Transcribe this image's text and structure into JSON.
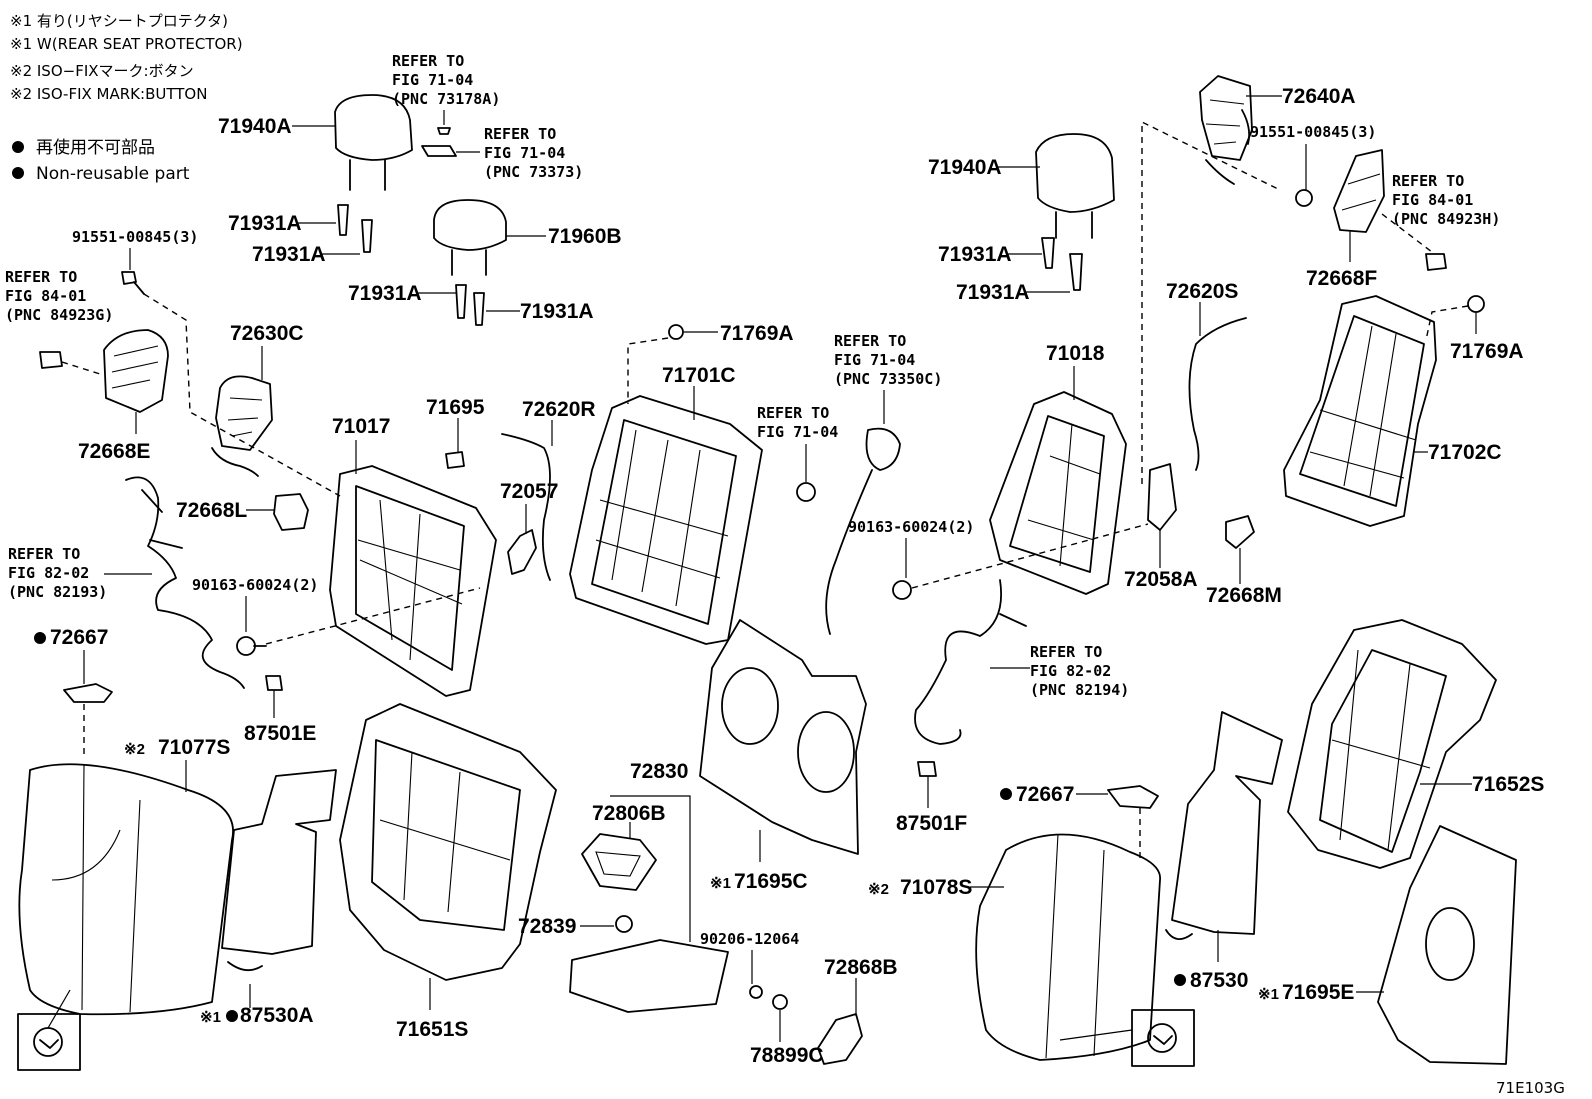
{
  "notes": {
    "note1_jp": "※1 有り(リヤシートプロテクタ)",
    "note1_en": "※1 W(REAR SEAT PROTECTOR)",
    "note2_jp": "※2 ISO−FIXマーク:ボタン",
    "note2_en": "※2 ISO-FIX MARK:BUTTON",
    "legend_jp": "再使用不可部品",
    "legend_en": "Non-reusable part"
  },
  "refs": {
    "r_top1": [
      "REFER TO",
      "FIG 71-04",
      "(PNC 73178A)"
    ],
    "r_top2": [
      "REFER TO",
      "FIG 71-04",
      "(PNC 73373)"
    ],
    "r_left1": [
      "REFER TO",
      "FIG 84-01",
      "(PNC 84923G)"
    ],
    "r_left2": [
      "REFER TO",
      "FIG 82-02",
      "(PNC 82193)"
    ],
    "r_mid1": [
      "REFER TO",
      "FIG 71-04",
      "(PNC 73350C)"
    ],
    "r_mid2": [
      "REFER TO",
      "FIG 71-04"
    ],
    "r_right1": [
      "REFER TO",
      "FIG 84-01",
      "(PNC 84923H)"
    ],
    "r_right2": [
      "REFER TO",
      "FIG 82-02",
      "(PNC 82194)"
    ]
  },
  "labels": {
    "p71940A_l": "71940A",
    "p71931A_1": "71931A",
    "p71931A_2": "71931A",
    "p71960B": "71960B",
    "p71931A_3": "71931A",
    "p71931A_4": "71931A",
    "p91551_l": "91551-00845(3)",
    "p72630C": "72630C",
    "p72668E": "72668E",
    "p72668L": "72668L",
    "p71017": "71017",
    "p71695": "71695",
    "p72620R": "72620R",
    "p72057": "72057",
    "p90163_l": "90163-60024(2)",
    "p72667_l": "72667",
    "p87501E": "87501E",
    "p71077S": "71077S",
    "p87530A": "87530A",
    "p71651S": "71651S",
    "p71769A_m": "71769A",
    "p71701C": "71701C",
    "p72830": "72830",
    "p72806B": "72806B",
    "p72839": "72839",
    "p90206": "90206-12064",
    "p72868B": "72868B",
    "p78899C": "78899C",
    "p71695C": "71695C",
    "p71940A_r": "71940A",
    "p71931A_r1": "71931A",
    "p71931A_r2": "71931A",
    "p90163_r": "90163-60024(2)",
    "p71018": "71018",
    "p72620S": "72620S",
    "p72058A": "72058A",
    "p72668M": "72668M",
    "p87501F": "87501F",
    "p72667_r": "72667",
    "p71078S": "71078S",
    "p87530": "87530",
    "p71695E": "71695E",
    "p71652S": "71652S",
    "p72640A": "72640A",
    "p91551_r": "91551-00845(3)",
    "p72668F": "72668F",
    "p71769A_r": "71769A",
    "p71702C": "71702C"
  },
  "marks": {
    "note1": "※1",
    "note2": "※2"
  },
  "illustration_code": "71E103G"
}
